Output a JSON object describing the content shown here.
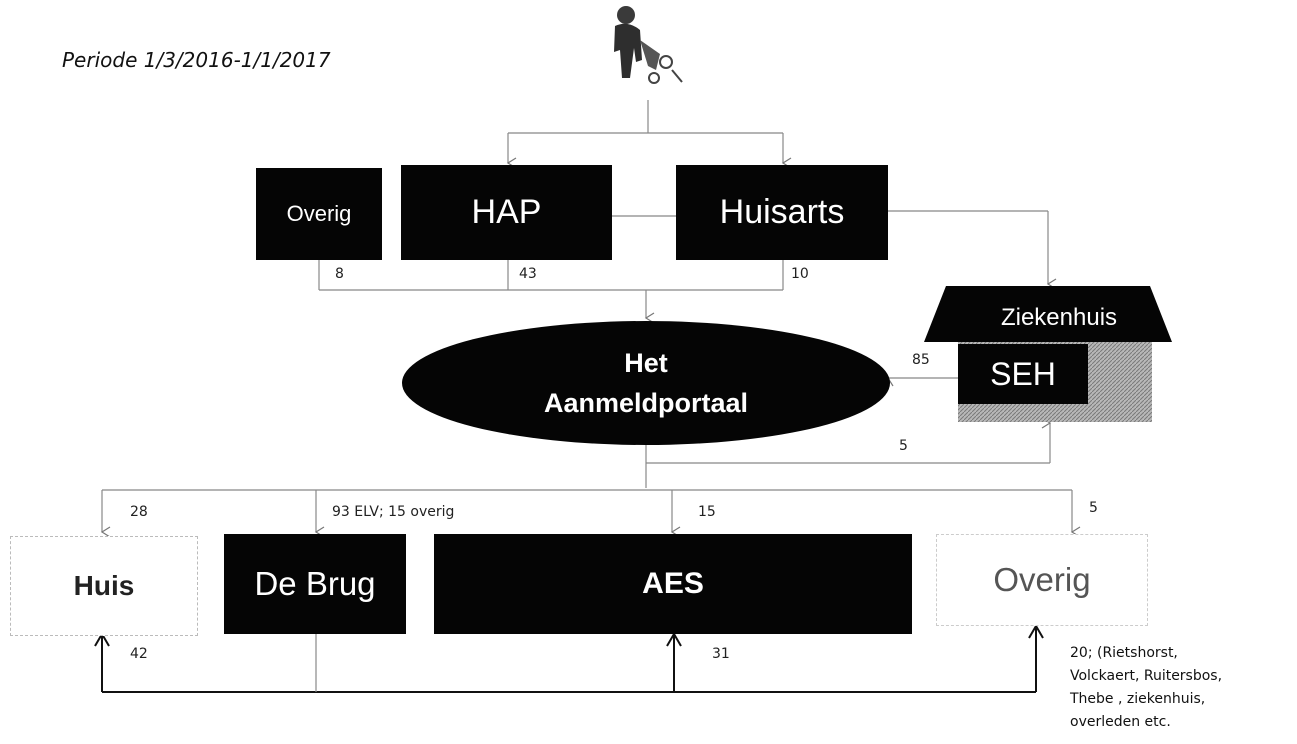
{
  "title": "Periode 1/3/2016-1/1/2017",
  "nodes": {
    "overig_top": "Overig",
    "hap": "HAP",
    "huisarts": "Huisarts",
    "ziekenhuis": "Ziekenhuis",
    "seh": "SEH",
    "portal_line1": "Het",
    "portal_line2": "Aanmeldportaal",
    "huis": "Huis",
    "debrug": "De Brug",
    "aes": "AES",
    "overig_bottom": "Overig"
  },
  "flows": {
    "overig_to_portal": "8",
    "hap_to_portal": "43",
    "huisarts_to_portal": "10",
    "seh_to_portal": "85",
    "portal_to_seh": "5",
    "portal_to_huis": "28",
    "portal_to_debrug": "93 ELV; 15 overig",
    "portal_to_aes": "15",
    "portal_to_overig": "5",
    "return_to_huis": "42",
    "return_to_aes": "31"
  },
  "note_lines": [
    "20; (Rietshorst,",
    "Volckaert, Ruitersbos,",
    "Thebe , ziekenhuis,",
    "overleden etc."
  ],
  "colors": {
    "box": "#050505",
    "line": "#888888",
    "thick_line": "#111111",
    "hatch": "#9a9a9a"
  }
}
